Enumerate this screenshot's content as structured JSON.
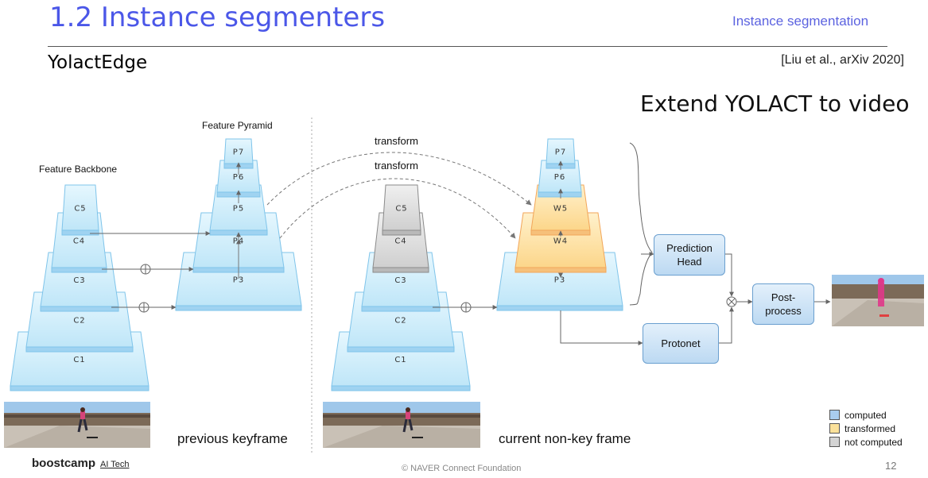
{
  "header": {
    "title": "1.2 Instance segmenters",
    "section": "Instance segmentation",
    "subtitle": "YolactEdge",
    "citation": "[Liu et al., arXiv 2020]",
    "tagline": "Extend YOLACT to video"
  },
  "diagram": {
    "backbone_label": "Feature Backbone",
    "pyramid_label": "Feature Pyramid",
    "transform_label_1": "transform",
    "transform_label_2": "transform",
    "left_backbone": [
      "C1",
      "C2",
      "C3",
      "C4",
      "C5"
    ],
    "left_pyramid": [
      "P3",
      "P4",
      "P5",
      "P6",
      "P7"
    ],
    "right_backbone": [
      "C1",
      "C2",
      "C3",
      "C4",
      "C5"
    ],
    "right_pyramid": [
      "P3",
      "W4",
      "W5",
      "P6",
      "P7"
    ],
    "prediction_head": "Prediction Head",
    "prediction_head_line1": "Prediction",
    "prediction_head_line2": "Head",
    "protonet": "Protonet",
    "postprocess_line1": "Post-",
    "postprocess_line2": "process",
    "caption_prev": "previous keyframe",
    "caption_curr": "current non-key frame"
  },
  "legend": [
    {
      "label": "computed",
      "color": "#a9cdef"
    },
    {
      "label": "transformed",
      "color": "#fbe19a"
    },
    {
      "label": "not computed",
      "color": "#d4d4d4"
    }
  ],
  "colors": {
    "computed_fill": "#cdeefc",
    "computed_edge": "#7fc4ea",
    "transformed_fill": "#fde3a4",
    "transformed_edge": "#f2a65a",
    "not_computed_fill": "#dcdcdc",
    "not_computed_edge": "#8a8a8a",
    "title_accent": "#4b57e8"
  },
  "footer": {
    "brand": "boostcamp",
    "brand_sub": "AI Tech",
    "copyright": "© NAVER Connect Foundation",
    "page": "12"
  }
}
